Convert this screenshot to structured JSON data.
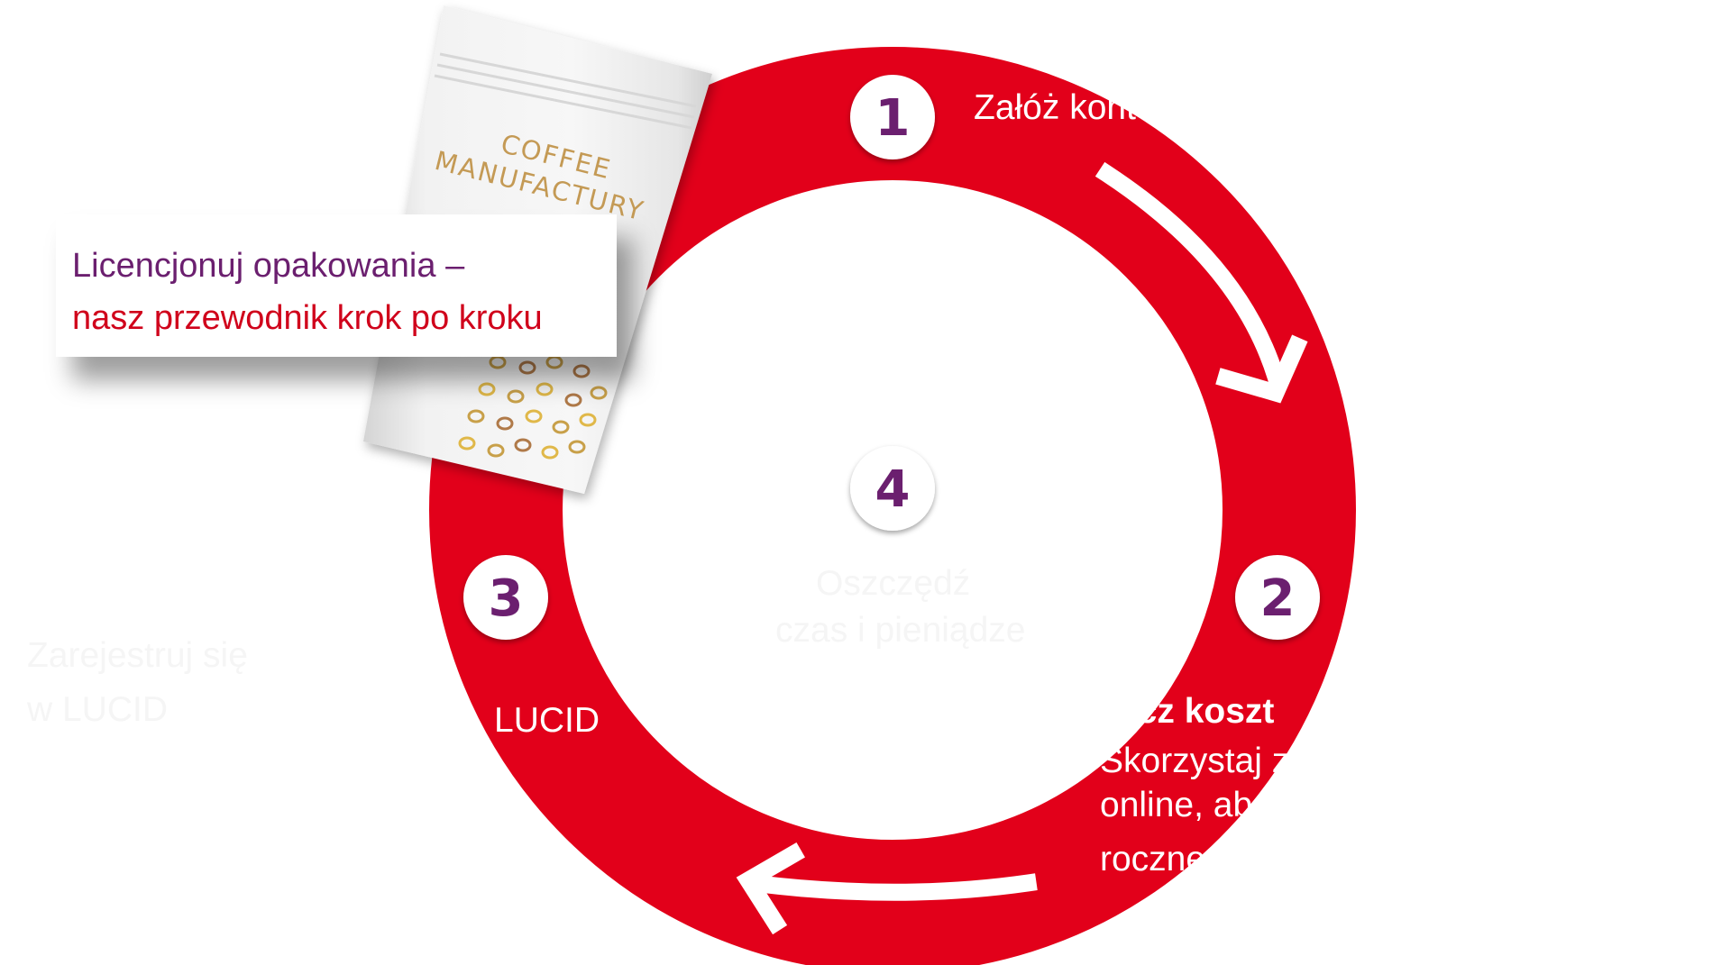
{
  "title_card": {
    "line1": "Licencjonuj opakowania –",
    "line2": "nasz przewodnik krok po kroku"
  },
  "bag": {
    "brand_line1": "COFFEE",
    "brand_line2": "MANUFACTURY"
  },
  "steps": {
    "step1": {
      "number": "1",
      "text": "Załóż kont"
    },
    "step2": {
      "number": "2",
      "heading": "licz koszt",
      "line1": "Skorzystaj z",
      "line2": "online, ab",
      "line3": "roczne"
    },
    "step3": {
      "number": "3",
      "text": "LUCID"
    },
    "step4": {
      "number": "4"
    }
  },
  "colors": {
    "ring": "#e2001a",
    "number": "#6b1f6f",
    "card_line1": "#6b1f6f",
    "card_line2": "#d0021b",
    "bag_brand": "#c49a55"
  }
}
